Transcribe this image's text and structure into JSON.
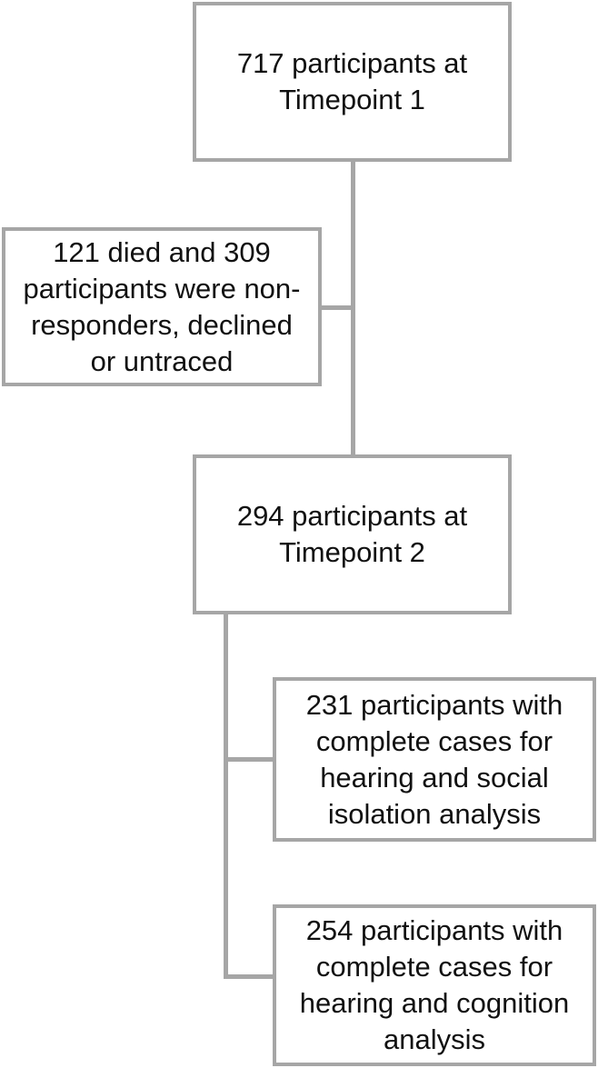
{
  "figure": {
    "type": "participant-flow-diagram",
    "colors": {
      "box_border": "#a6a6a6",
      "connector": "#a6a6a6",
      "text": "#111111",
      "background": "#ffffff"
    },
    "nodes": [
      {
        "id": "timepoint1",
        "text": "717 participants at Timepoint 1"
      },
      {
        "id": "attrition",
        "text": "121 died and 309 participants were non-responders, declined or untraced"
      },
      {
        "id": "timepoint2",
        "text": "294 participants at Timepoint 2"
      },
      {
        "id": "hearing-social",
        "text": "231 participants with complete cases for hearing and social isolation analysis"
      },
      {
        "id": "hearing-cognition",
        "text": "254 participants with complete cases for hearing and cognition analysis"
      }
    ],
    "edges": [
      {
        "from": "timepoint1",
        "to": "timepoint2"
      },
      {
        "from": "timepoint1-timepoint2-line",
        "to": "attrition"
      },
      {
        "from": "timepoint2",
        "to": "hearing-social"
      },
      {
        "from": "timepoint2",
        "to": "hearing-cognition"
      }
    ]
  }
}
